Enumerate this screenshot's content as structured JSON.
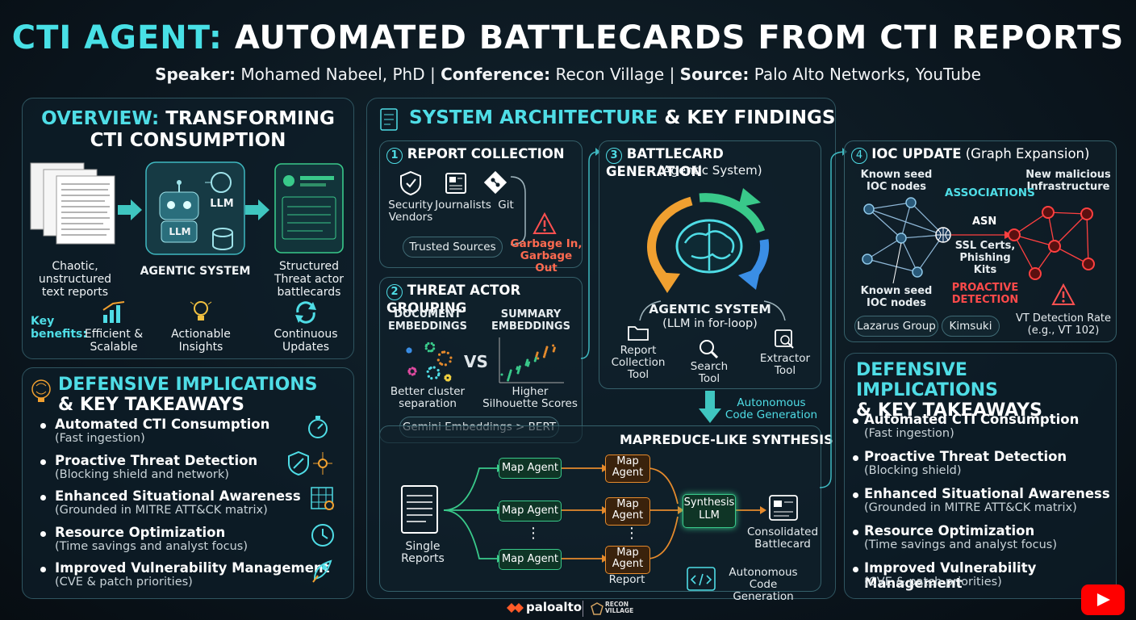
{
  "header": {
    "title_highlight": "CTI AGENT:",
    "title_rest": "AUTOMATED BATTLECARDS FROM CTI REPORTS",
    "speaker_label": "Speaker:",
    "speaker": "Mohamed Nabeel, PhD",
    "conference_label": "Conference:",
    "conference": "Recon Village",
    "source_label": "Source:",
    "source": "Palo Alto Networks, YouTube",
    "sep": "|"
  },
  "overview": {
    "title_line1_hl": "OVERVIEW:",
    "title_line1_rest": "TRANSFORMING",
    "title_line2": "CTI CONSUMPTION",
    "input_label": "Chaotic,\nunstructured\ntext reports",
    "llm_label": "LLM",
    "llm_label2": "LLM",
    "system_label": "AGENTIC SYSTEM",
    "output_label": "Structured\nThreat actor\nbattlecards",
    "key_benefits": "Key\nbenefits:",
    "benefits": [
      {
        "label": "Efficient &\nScalable",
        "icon": "bar-chart-icon"
      },
      {
        "label": "Actionable\nInsights",
        "icon": "lightbulb-icon"
      },
      {
        "label": "Continuous\nUpdates",
        "icon": "refresh-icon"
      }
    ]
  },
  "defensive_left": {
    "title_line1": "DEFENSIVE IMPLICATIONS",
    "title_line2": "& KEY TAKEAWAYS",
    "items": [
      {
        "head": "Automated CTI Consumption",
        "sub": "(Fast ingestion)",
        "icon": "stopwatch-icon"
      },
      {
        "head": "Proactive Threat Detection",
        "sub": "(Blocking shield and network)",
        "icon": "shield-network-icon"
      },
      {
        "head": "Enhanced Situational Awareness",
        "sub": "(Grounded in MITRE ATT&CK matrix)",
        "icon": "matrix-icon"
      },
      {
        "head": "Resource Optimization",
        "sub": "(Time savings and analyst focus)",
        "icon": "clock-icon"
      },
      {
        "head": "Improved Vulnerability Management",
        "sub": "(CVE & patch priorities)",
        "icon": "rocket-icon"
      }
    ]
  },
  "architecture": {
    "title_hl": "SYSTEM ARCHITECTURE",
    "title_rest": "& KEY FINDINGS",
    "collection": {
      "num": "1",
      "title": "REPORT COLLECTION",
      "sources": [
        "Security\nVendors",
        "Journalists",
        "Git"
      ],
      "trusted": "Trusted Sources",
      "warning": "Garbage In,\nGarbage Out"
    },
    "grouping": {
      "num": "2",
      "title": "THREAT ACTOR GROUPING",
      "doc_emb": "DOCUMENT\nEMBEDDINGS",
      "sum_emb": "SUMMARY\nEMBEDDINGS",
      "vs": "VS",
      "better": "Better cluster\nseparation",
      "higher": "Higher\nSilhouette Scores",
      "gemini": "Gemini Embeddings > BERT"
    },
    "battlecard": {
      "num": "3",
      "title": "BATTLECARD GENERATION",
      "subtitle": "(Agentic System)",
      "agentic": "AGENTIC SYSTEM",
      "agentic_sub": "(LLM in for-loop)",
      "tools": [
        "Report\nCollection\nTool",
        "Search\nTool",
        "Extractor\nTool"
      ],
      "autonomous": "Autonomous\nCode Generation"
    },
    "ioc": {
      "num": "4",
      "title": "IOC UPDATE",
      "title_sub": "(Graph Expansion)",
      "seed_top": "Known seed\nIOC nodes",
      "seed_bottom": "Known seed\nIOC nodes",
      "new_infra": "New malicious\nInfrastructure",
      "associations": "ASSOCIATIONS",
      "asn": "ASN",
      "ssl": "SSL Certs,\nPhishing Kits",
      "proactive": "PROACTIVE\nDETECTION",
      "vt": "VT Detection Rate\n(e.g., VT 102)",
      "groups": [
        "Lazarus Group",
        "Kimsuki"
      ]
    },
    "mapreduce": {
      "title": "MAPREDUCE-LIKE SYNTHESIS",
      "single": "Single Reports",
      "map_agents": [
        "Map Agent",
        "Map Agent",
        "Map Agent"
      ],
      "map_agents_o": [
        "Map\nAgent",
        "Map\nAgent",
        "Map\nAgent"
      ],
      "report": "Report",
      "dots": "⋮",
      "synthesis": "Synthesis\nLLM",
      "consolidated": "Consolidated\nBattlecard",
      "autonomous": "Autonomous\nCode Generation"
    }
  },
  "defensive_right": {
    "title_line1": "DEFENSIVE IMPLICATIONS",
    "title_line2": "& KEY TAKEAWAYS",
    "items": [
      {
        "head": "Automated CTI Consumption",
        "sub": "(Fast ingestion)"
      },
      {
        "head": "Proactive Threat Detection",
        "sub": "(Blocking shield)"
      },
      {
        "head": "Enhanced Situational Awareness",
        "sub": "(Grounded in MITRE ATT&CK matrix)"
      },
      {
        "head": "Resource Optimization",
        "sub": "(Time savings and analyst focus)"
      },
      {
        "head": "Improved Vulnerability Management",
        "sub": "(CVE & patch priorities)"
      }
    ]
  },
  "footer": {
    "logo1": "paloalto",
    "logo2": "RECON\nVILLAGE"
  },
  "colors": {
    "accent": "#48e0e6",
    "green": "#39c98a",
    "orange": "#e58a2c",
    "red": "#ff4040"
  }
}
